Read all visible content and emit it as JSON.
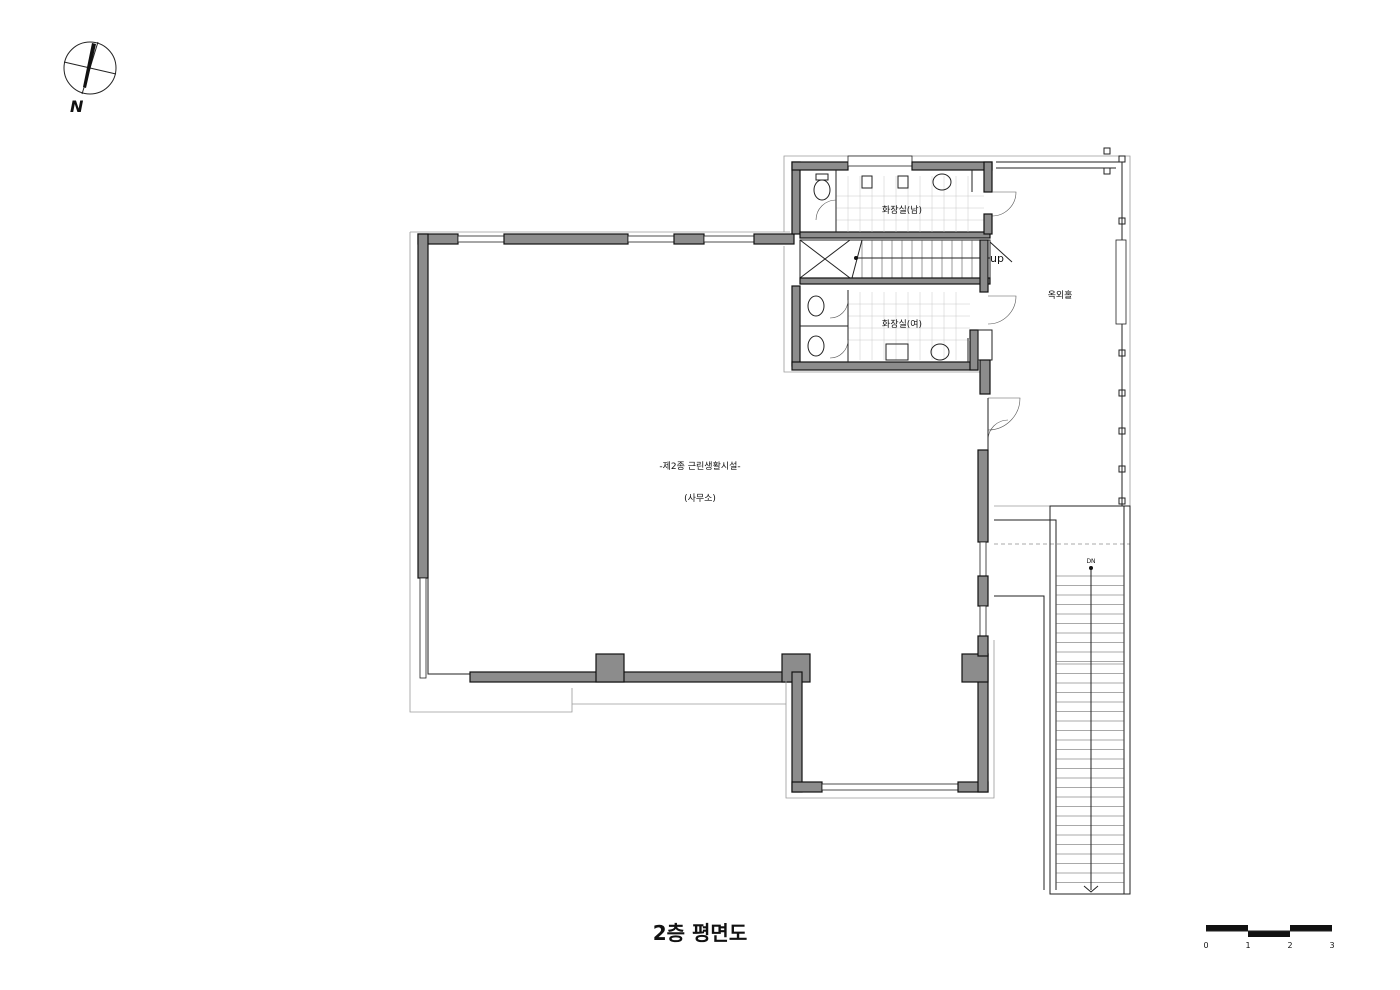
{
  "drawing_title": "2층 평면도",
  "north_label": "N",
  "rooms": {
    "restroom_men": "화장실(남)",
    "restroom_women": "화장실(여)",
    "outdoor_hall": "옥외홀",
    "main_use": "-제2종 근린생활시설-",
    "main_subuse": "(사무소)"
  },
  "stairs": {
    "up_label": "up",
    "down_label": "DN"
  },
  "scale_bar": {
    "ticks": [
      "0",
      "1",
      "2",
      "3"
    ]
  },
  "colors": {
    "wall_fill": "#8c8c8c",
    "line": "#222222"
  }
}
